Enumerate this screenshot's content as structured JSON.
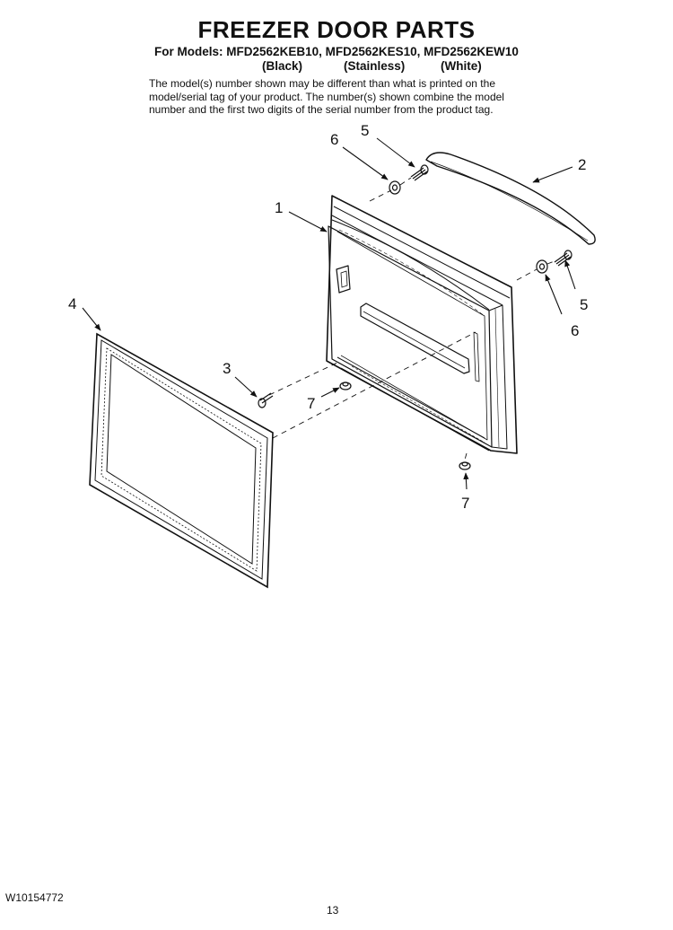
{
  "header": {
    "title": "FREEZER DOOR PARTS",
    "models_line": "For Models: MFD2562KEB10, MFD2562KES10, MFD2562KEW10",
    "variants": [
      "(Black)",
      "(Stainless)",
      "(White)"
    ],
    "note_lines": [
      "The model(s) number shown may be different than what is printed on the",
      "model/serial tag of your product. The number(s) shown combine the model",
      "number and the first two digits of the serial number from the product tag."
    ]
  },
  "callouts": {
    "part1": "1",
    "part2": "2",
    "part3": "3",
    "part4": "4",
    "part5_top": "5",
    "part5_right": "5",
    "part6_top": "6",
    "part6_right": "6",
    "part7_left": "7",
    "part7_bottom": "7"
  },
  "footer": {
    "doc_number": "W10154772",
    "page_number": "13"
  }
}
